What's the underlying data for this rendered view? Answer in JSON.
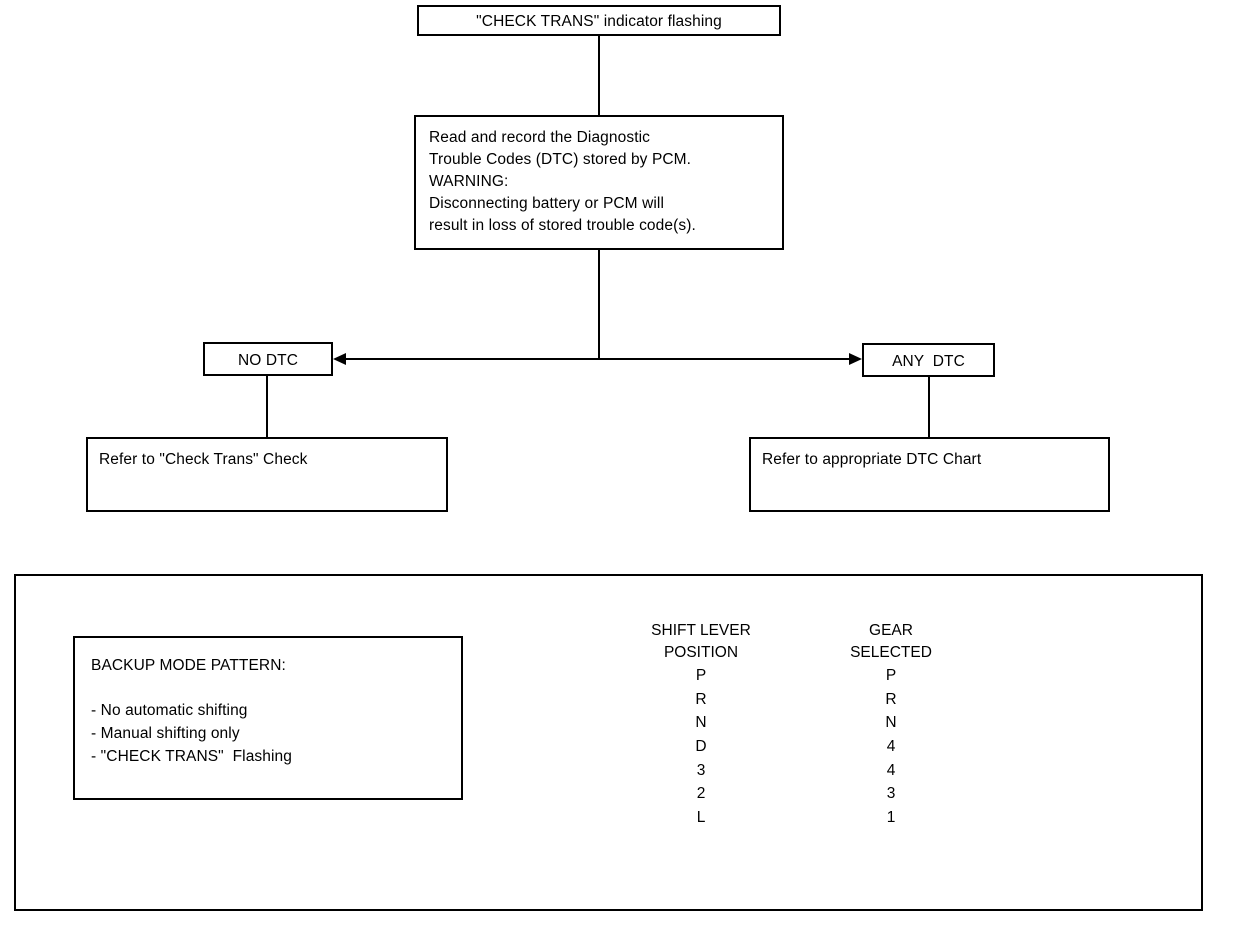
{
  "flowchart": {
    "title_box": {
      "text": "\"CHECK TRANS\" indicator flashing"
    },
    "instruction_box": {
      "lines": [
        "Read and record the Diagnostic",
        "Trouble Codes (DTC) stored by PCM.",
        "WARNING:",
        "Disconnecting battery or PCM will",
        "result in loss of stored trouble code(s)."
      ],
      "text": "Read and record the Diagnostic\nTrouble Codes (DTC) stored by PCM.\nWARNING:\nDisconnecting battery or PCM will\nresult in loss of stored trouble code(s)."
    },
    "branch_left": {
      "label": "NO DTC"
    },
    "branch_right": {
      "label": "ANY  DTC"
    },
    "result_left": {
      "text": "Refer to \"Check Trans\" Check"
    },
    "result_right": {
      "text": "Refer to appropriate DTC Chart"
    }
  },
  "panel": {
    "backup_mode": {
      "title": "BACKUP MODE PATTERN:",
      "bullets": [
        "- No automatic shifting",
        "- Manual shifting only",
        "- \"CHECK TRANS\"  Flashing"
      ]
    },
    "gear_table": {
      "columns": [
        {
          "header": "SHIFT LEVER\nPOSITION",
          "header_line1": "SHIFT LEVER",
          "header_line2": "POSITION"
        },
        {
          "header": "GEAR\nSELECTED",
          "header_line1": "GEAR",
          "header_line2": "SELECTED"
        }
      ],
      "rows": [
        {
          "lever": "P",
          "gear": "P"
        },
        {
          "lever": "R",
          "gear": "R"
        },
        {
          "lever": "N",
          "gear": "N"
        },
        {
          "lever": "D",
          "gear": "4"
        },
        {
          "lever": "3",
          "gear": "4"
        },
        {
          "lever": "2",
          "gear": "3"
        },
        {
          "lever": "L",
          "gear": "1"
        }
      ]
    }
  },
  "colors": {
    "line": "#000000",
    "background": "#ffffff",
    "text": "#000000"
  }
}
